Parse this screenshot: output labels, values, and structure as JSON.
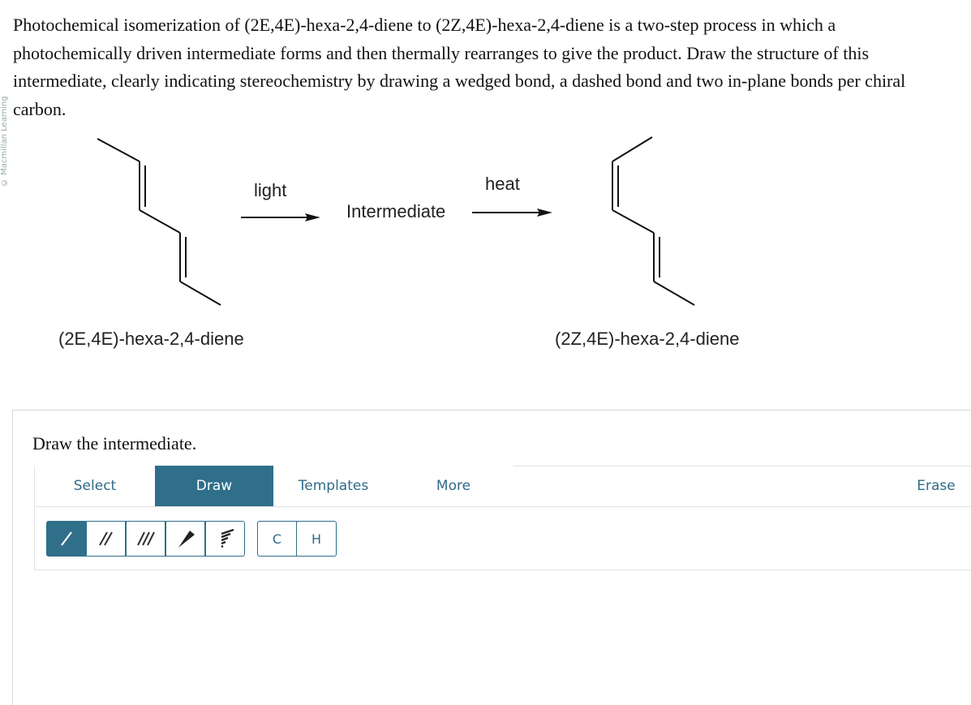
{
  "side_label": "© Macmillan Learning",
  "question": "Photochemical isomerization of (2E,4E)-hexa-2,4-diene to (2Z,4E)-hexa-2,4-diene is a two-step process in which a photochemically driven intermediate forms and then thermally rearranges to give the product. Draw the structure of this intermediate, clearly indicating stereochemistry by drawing a wedged bond, a dashed bond and two in-plane bonds per chiral carbon.",
  "scheme": {
    "reactant_name": "(2E,4E)-hexa-2,4-diene",
    "step1_label": "light",
    "intermediate_label": "Intermediate",
    "step2_label": "heat",
    "product_name": "(2Z,4E)-hexa-2,4-diene"
  },
  "editor": {
    "prompt": "Draw the intermediate.",
    "tabs": {
      "select": "Select",
      "draw": "Draw",
      "templates": "Templates",
      "more": "More",
      "erase": "Erase"
    },
    "active_tab": "Draw",
    "bond_tools": [
      "single-bond",
      "double-bond",
      "triple-bond",
      "wedge-bond",
      "dash-bond"
    ],
    "active_bond_tool": "single-bond",
    "atoms": {
      "carbon": "C",
      "hydrogen": "H"
    }
  },
  "colors": {
    "accent": "#2f6f8a",
    "tab_text": "#2f6b86",
    "text": "#111111"
  }
}
